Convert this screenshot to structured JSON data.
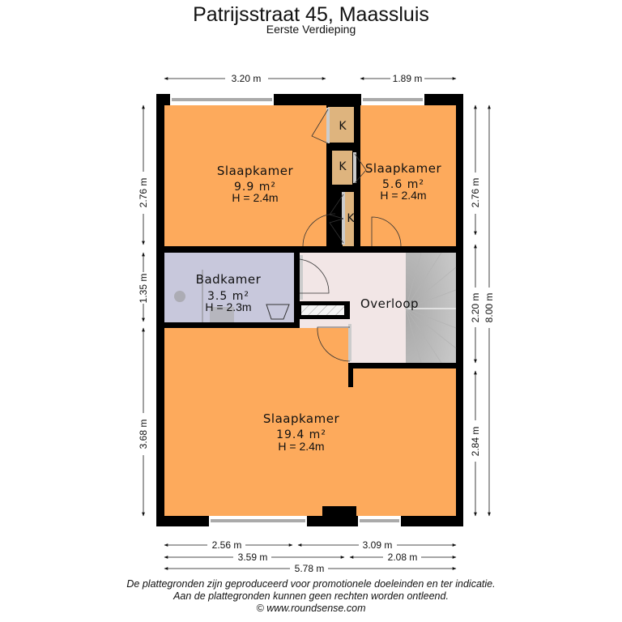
{
  "header": {
    "title": "Patrijsstraat 45, Maassluis",
    "subtitle": "Eerste Verdieping"
  },
  "rooms": {
    "slaapkamer_1": {
      "name": "Slaapkamer",
      "area": "9.9 m²",
      "height": "H = 2.4m"
    },
    "slaapkamer_2": {
      "name": "Slaapkamer",
      "area": "5.6 m²",
      "height": "H = 2.4m"
    },
    "badkamer": {
      "name": "Badkamer",
      "area": "3.5 m²",
      "height": "H = 2.3m"
    },
    "overloop": {
      "name": "Overloop"
    },
    "slaapkamer_3": {
      "name": "Slaapkamer",
      "area": "19.4 m²",
      "height": "H = 2.4m"
    }
  },
  "closets": [
    {
      "label": "K"
    },
    {
      "label": "K"
    },
    {
      "label": "K"
    }
  ],
  "dimensions": {
    "top": [
      "3.20 m",
      "1.89 m"
    ],
    "left": [
      "2.76 m",
      "1.35 m",
      "3.68 m"
    ],
    "right_inner": [
      "2.76 m",
      "2.20 m",
      "2.84 m"
    ],
    "right_outer": "8.00 m",
    "bottom_row1": [
      "2.56 m",
      "3.09 m"
    ],
    "bottom_row2": [
      "3.59 m",
      "2.08 m"
    ],
    "bottom_row3": "5.78 m"
  },
  "colors": {
    "bedroom": "#FDAA5C",
    "bathroom": "#C8C8DC",
    "landing": "#F2E6E6",
    "closet": "#DEB47E",
    "stairs": "#BDBDBD",
    "wall": "#000000"
  },
  "footer": {
    "line1": "De plattegronden zijn geproduceerd voor promotionele doeleinden en ter indicatie.",
    "line2": "Aan de plattegronden kunnen geen rechten worden ontleend.",
    "line3": "© www.roundsense.com"
  }
}
